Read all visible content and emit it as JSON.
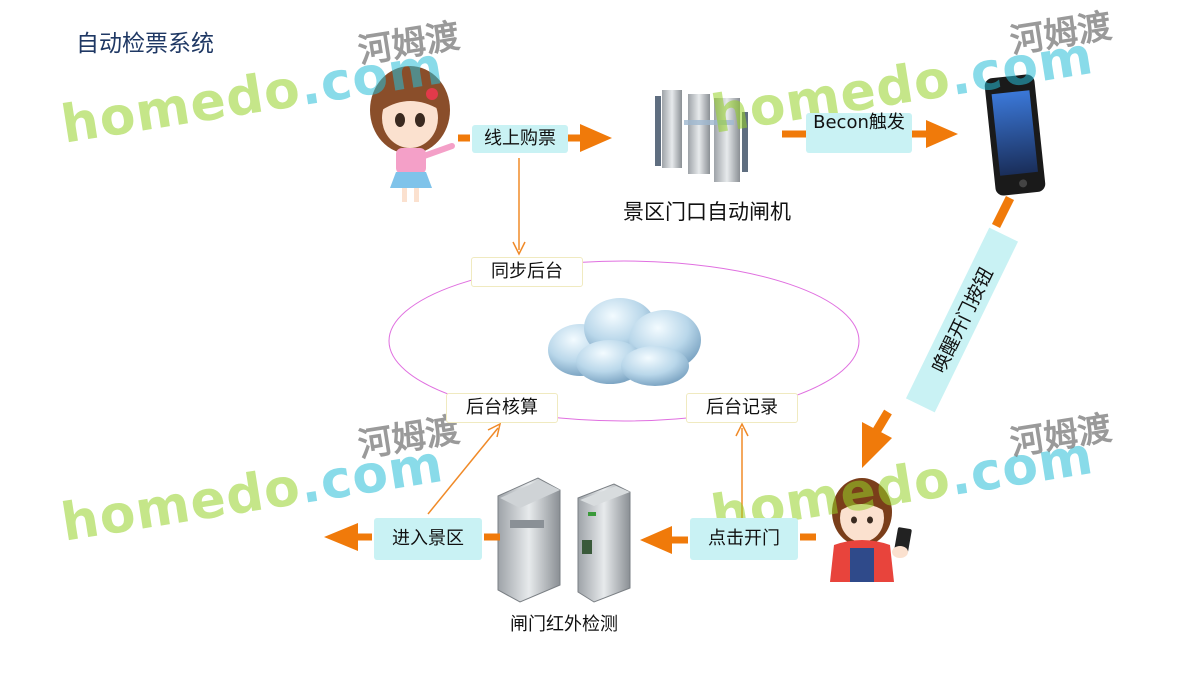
{
  "title": "自动检票系统",
  "labels": {
    "online_ticket": "线上购票",
    "gate_caption": "景区门口自动闸机",
    "beacon": "Becon触发",
    "wake_button": "唤醒开门按钮",
    "sync_backend": "同步后台",
    "backend_accounting": "后台核算",
    "backend_record": "后台记录",
    "enter_area": "进入景区",
    "click_open": "点击开门",
    "ir_caption": "闸门红外检测"
  },
  "watermark": {
    "brand_green": "homedo",
    "brand_dot": ".com",
    "cn": "河姆渡"
  },
  "colors": {
    "arrow": "#f07a0a",
    "thin_arrow": "#f08a28",
    "label_bg": "#c9f2f4",
    "title": "#1f3864",
    "ellipse": "#e070e0"
  }
}
